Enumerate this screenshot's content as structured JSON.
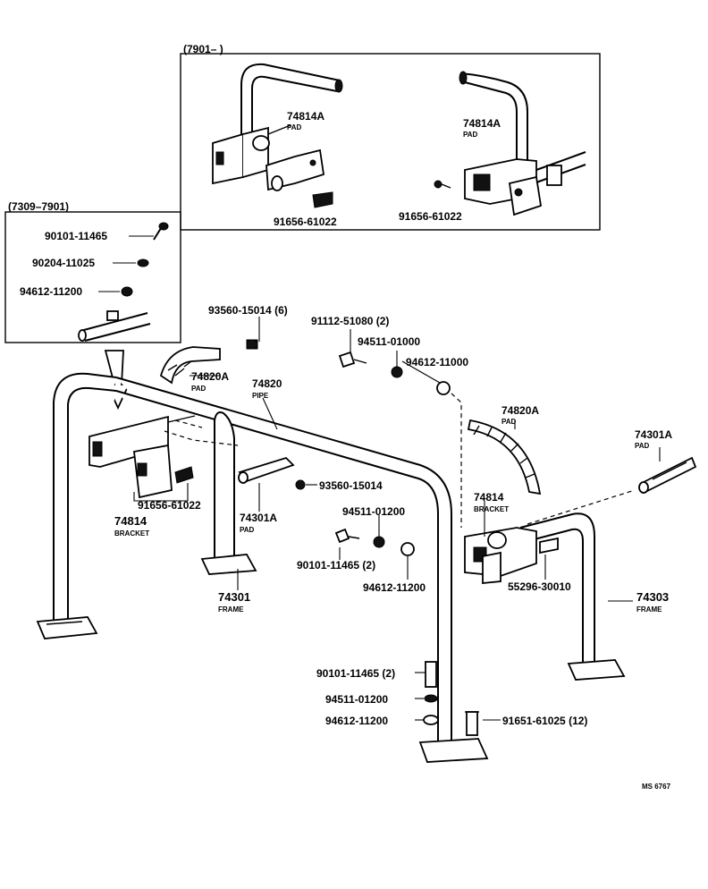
{
  "insets": {
    "top_range": "(7901–      )",
    "left_range": "(7309–7901)"
  },
  "labels": {
    "pad_74814A_left": "74814A",
    "pad_74814A_right": "74814A",
    "pad_word": "PAD",
    "bracket_word": "BRACKET",
    "frame_word": "FRAME",
    "pipe_word": "PIPE",
    "bolt_91656_61022_top_left": "91656-61022",
    "bolt_91656_61022_top_right": "91656-61022",
    "bolt_90101_11465_inset": "90101-11465",
    "washer_90204_11025": "90204-11025",
    "nut_94612_11200_inset": "94612-11200",
    "screw_93560_15014_6": "93560-15014 (6)",
    "bolt_91112_51080_2": "91112-51080 (2)",
    "washer_94511_01000": "94511-01000",
    "nut_94612_11000": "94612-11000",
    "pad_74820A_left": "74820A",
    "pipe_74820": "74820",
    "pad_74820A_right": "74820A",
    "pad_74301A_right": "74301A",
    "screw_93560_15014": "93560-15014",
    "bolt_91656_61022_main": "91656-61022",
    "bracket_74814_left": "74814",
    "pad_74301A_center": "74301A",
    "bracket_74814_right": "74814",
    "washer_94511_01200_mid": "94511-01200",
    "bolt_90101_11465_2_mid": "90101-11465 (2)",
    "nut_94612_11200_mid": "94612-11200",
    "frame_74301": "74301",
    "pin_55296_30010": "55296-30010",
    "frame_74303": "74303",
    "bolt_90101_11465_2_low": "90101-11465 (2)",
    "washer_94511_01200_low": "94511-01200",
    "nut_94612_11200_low": "94612-11200",
    "bolt_91651_61025_12": "91651-61025 (12)",
    "drawing_code": "MS 6767"
  }
}
